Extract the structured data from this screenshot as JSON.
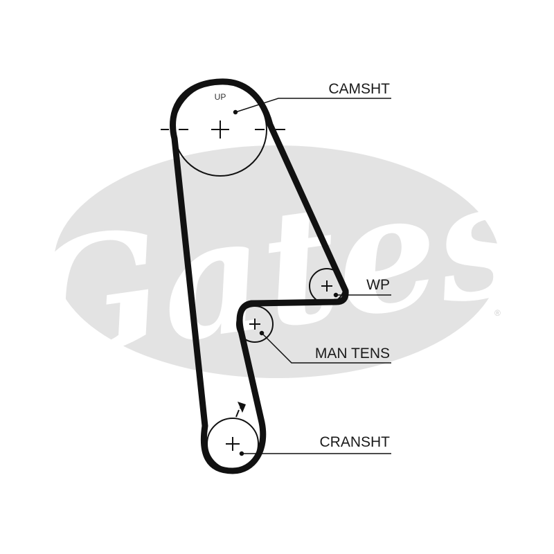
{
  "watermark": {
    "brand": "Gates",
    "trademark": "®"
  },
  "colors": {
    "belt": "#111111",
    "watermark_fill": "#e3e3e3",
    "text": "#1a1a1a"
  },
  "labels": {
    "camshaft": "CAMSHT",
    "water_pump": "WP",
    "tensioner": "MAN TENS",
    "crankshaft": "CRANSHT",
    "up_mark": "UP"
  }
}
